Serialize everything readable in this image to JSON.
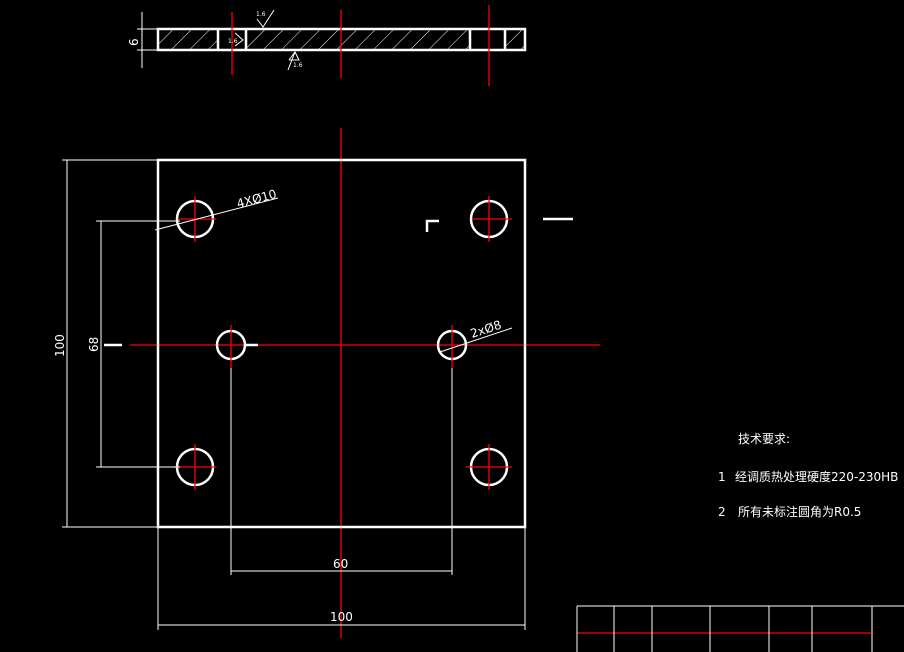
{
  "section_view": {
    "thickness_dim": "6",
    "roughness_top": "1.6",
    "roughness_side": "1.6",
    "roughness_bottom": "1.6"
  },
  "plan_view": {
    "hole_large_label": "4XØ10",
    "hole_small_label": "2xØ8",
    "dim_height": "100",
    "dim_hole_spacing_v": "68",
    "dim_hole_spacing_h": "60",
    "dim_width": "100"
  },
  "notes": {
    "title": "技术要求:",
    "items": [
      {
        "num": "1",
        "text": "经调质热处理硬度220-230HB"
      },
      {
        "num": "2",
        "text": "所有未标注圆角为R0.5"
      }
    ]
  },
  "colors": {
    "background": "#000000",
    "outline": "#ffffff",
    "centerline": "#ff0000"
  }
}
